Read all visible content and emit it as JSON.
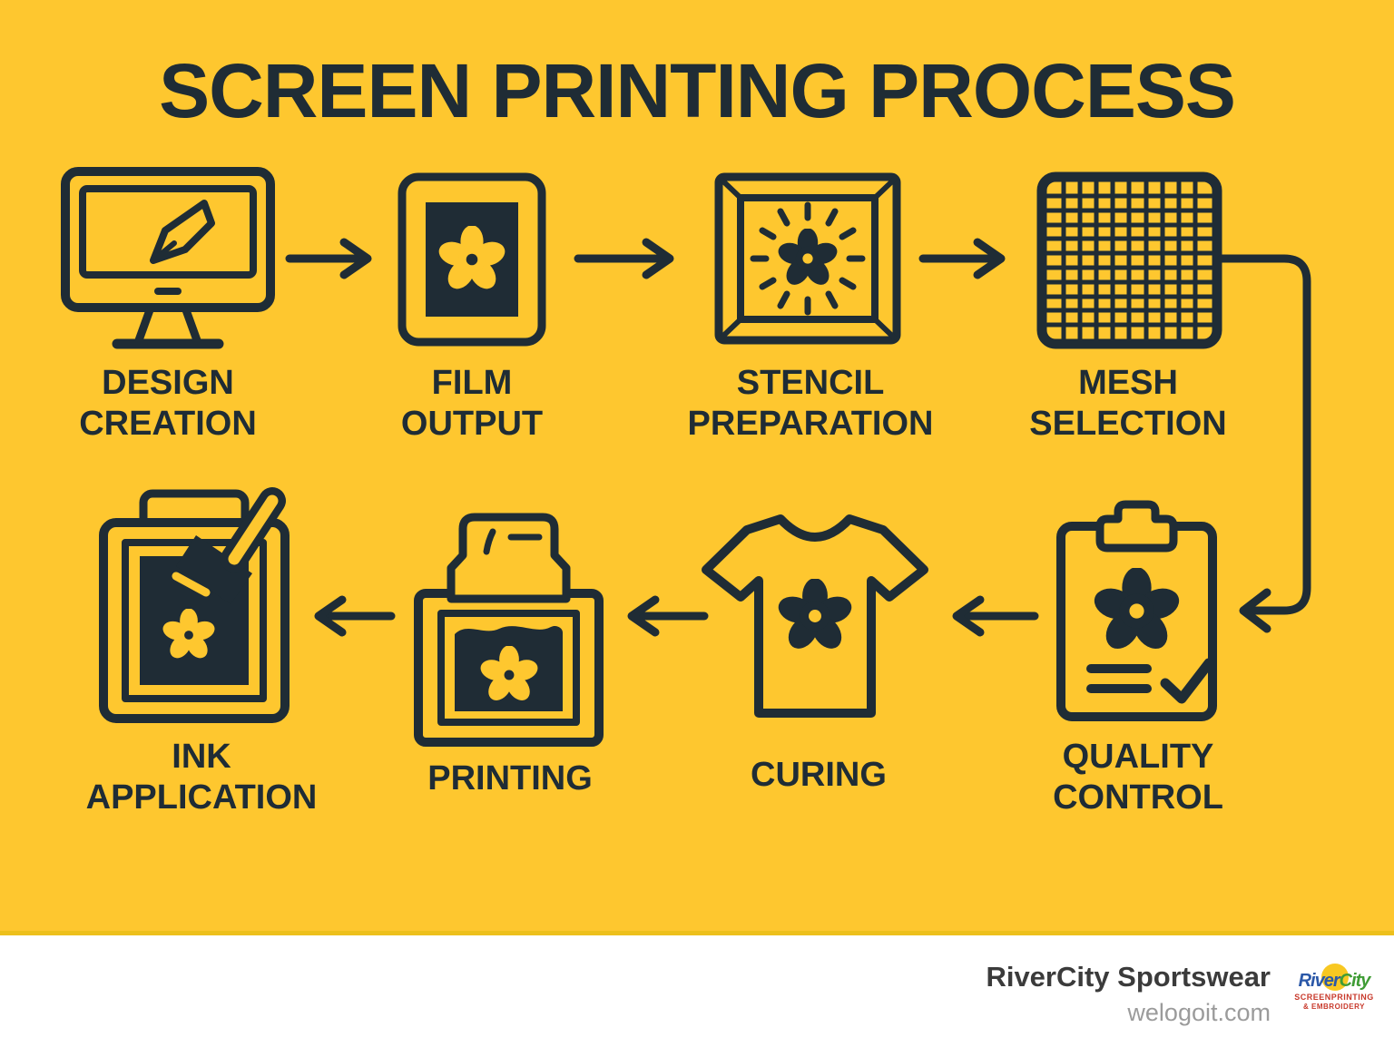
{
  "title": "SCREEN PRINTING PROCESS",
  "steps": [
    {
      "order": 1,
      "line1": "DESIGN",
      "line2": "CREATION",
      "icon": "computer-monitor-pen-icon"
    },
    {
      "order": 2,
      "line1": "FILM",
      "line2": "OUTPUT",
      "icon": "film-positive-flower-icon"
    },
    {
      "order": 3,
      "line1": "STENCIL",
      "line2": "PREPARATION",
      "icon": "exposed-screen-frame-icon"
    },
    {
      "order": 4,
      "line1": "MESH",
      "line2": "SELECTION",
      "icon": "mesh-grid-icon"
    },
    {
      "order": 5,
      "line1": "QUALITY",
      "line2": "CONTROL",
      "icon": "clipboard-checklist-icon"
    },
    {
      "order": 6,
      "line1": "CURING",
      "line2": "",
      "icon": "tshirt-flower-icon"
    },
    {
      "order": 7,
      "line1": "PRINTING",
      "line2": "",
      "icon": "squeegee-press-icon"
    },
    {
      "order": 8,
      "line1": "INK",
      "line2": "APPLICATION",
      "icon": "ink-squeegee-frame-icon"
    }
  ],
  "footer": {
    "brand": "RiverCity Sportswear",
    "website": "welogoit.com",
    "logo": {
      "text_river": "River",
      "text_city": "City",
      "tagline_line1": "SCREENPRINTING",
      "tagline_line2": "& EMBROIDERY"
    }
  },
  "colors": {
    "background": "#FEC72F",
    "ink": "#1F2C35",
    "footer_brand": "#3B3B3B",
    "footer_url": "#9B9B9B",
    "logo_blue": "#2B58A8",
    "logo_green": "#3F9C35",
    "logo_sun": "#F8C822",
    "logo_red": "#C8392B"
  }
}
